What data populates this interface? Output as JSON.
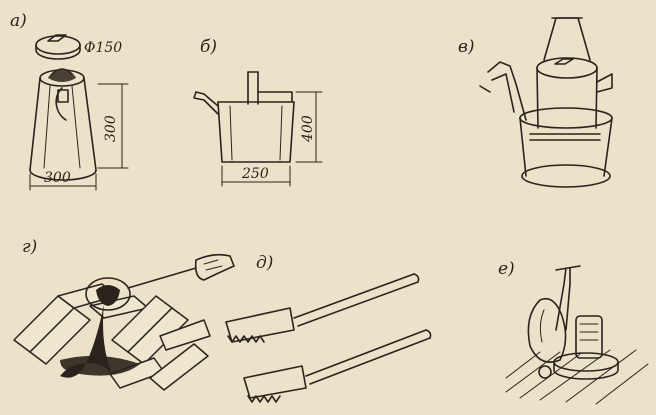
{
  "panels": {
    "a": {
      "label": "а)",
      "diameter": "Φ150",
      "height": "300",
      "width": "300"
    },
    "b": {
      "label": "б)",
      "height": "400",
      "width": "250"
    },
    "v": {
      "label": "в)"
    },
    "g": {
      "label": "г)"
    },
    "d": {
      "label": "д)"
    },
    "e": {
      "label": "е)"
    }
  },
  "colors": {
    "paper": "#ece2c9",
    "ink": "#2a241c"
  }
}
